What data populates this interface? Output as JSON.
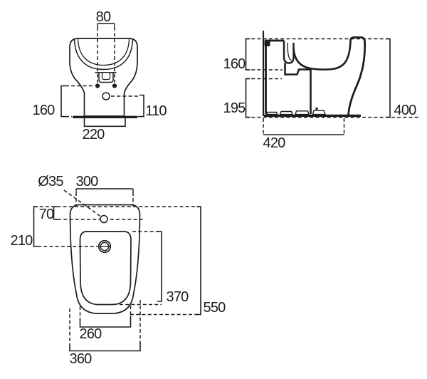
{
  "page": {
    "background": "#ffffff",
    "line_color": "#1d1d1f",
    "description": "Bidet technical drawing with three dimensioned views"
  },
  "views": {
    "front": {
      "name": "front-view",
      "labels": {
        "hole_spacing": "80",
        "fixing_height": "160",
        "outlet_height": "110",
        "base_width": "220"
      }
    },
    "side": {
      "name": "side-view",
      "labels": {
        "rim_to_bowl": "160",
        "underside_height": "195",
        "overall_height": "400",
        "overall_depth": "420"
      }
    },
    "plan": {
      "name": "plan-view",
      "labels": {
        "tap_hole_diameter": "Ø35",
        "tap_hole_span": "300",
        "rear_offset": "70",
        "faucet_offset": "210",
        "bowl_length": "370",
        "overall_length": "550",
        "bowl_width": "260",
        "overall_width": "360"
      }
    }
  }
}
